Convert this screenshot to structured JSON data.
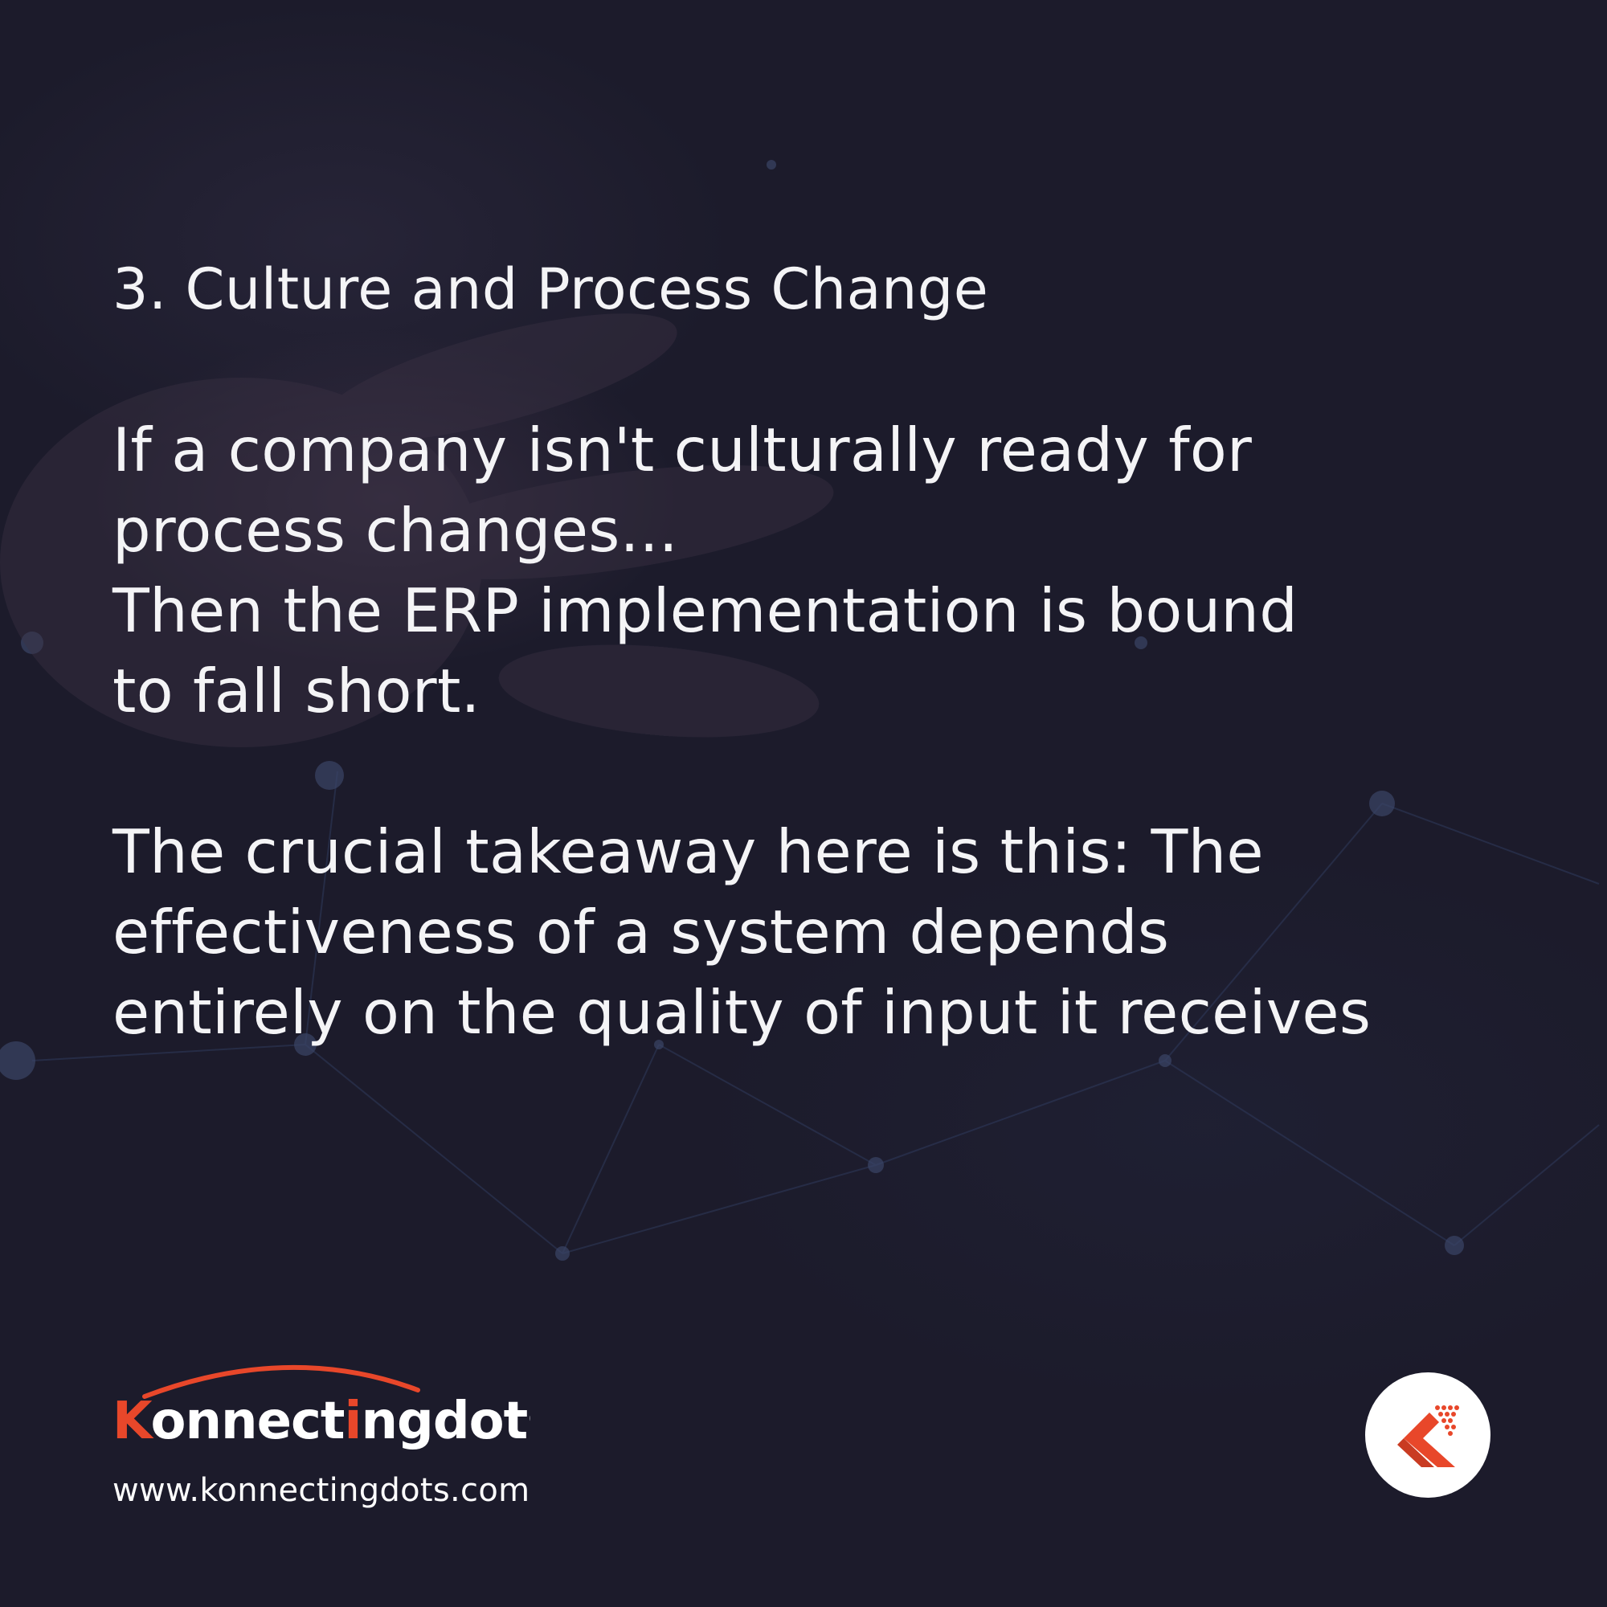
{
  "heading": "3. Culture and Process Change",
  "paragraph_1": {
    "lines": [
      "If a company isn't culturally ready for",
      "process changes...",
      "Then the ERP implementation is bound",
      "to fall short."
    ]
  },
  "paragraph_2": {
    "lines": [
      "The crucial takeaway here is this: The",
      "effectiveness of a system depends",
      "entirely on the quality of input it receives"
    ]
  },
  "brand": {
    "name": "Konnectingdots",
    "url": "www.konnectingdots.com",
    "accent_color": "#e8472a",
    "text_color": "#ffffff"
  },
  "colors": {
    "background": "#1c1b2b",
    "text": "#f4f4f6"
  },
  "icons": {
    "badge": "konnectingdots-k-icon"
  }
}
